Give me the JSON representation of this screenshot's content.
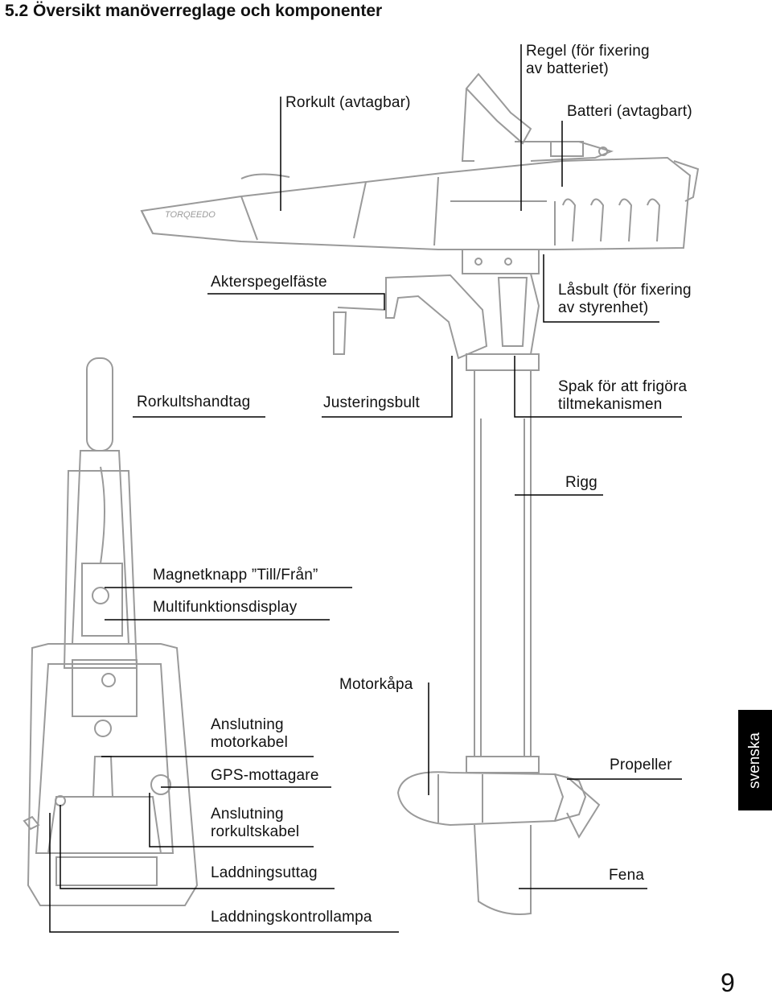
{
  "header": {
    "title": "5.2  Översikt manöverreglage och komponenter"
  },
  "labels": {
    "regel_line1": "Regel (för fixering",
    "regel_line2": "av batteriet)",
    "rorkult": "Rorkult (avtagbar)",
    "batteri": "Batteri (avtagbart)",
    "akterspegelfaste": "Akterspegelfäste",
    "lasbult_line1": "Låsbult (för fixering",
    "lasbult_line2": "av styrenhet)",
    "rorkultshandtag": "Rorkultshandtag",
    "justeringsbult": "Justeringsbult",
    "spak_line1": "Spak för att frigöra",
    "spak_line2": "tiltmekanismen",
    "rigg": "Rigg",
    "magnetknapp": "Magnetknapp ”Till/Från”",
    "multifunktionsdisplay": "Multifunktionsdisplay",
    "motorkapa": "Motorkåpa",
    "anslutning_motor_line1": "Anslutning",
    "anslutning_motor_line2": "motorkabel",
    "gps": "GPS-mottagare",
    "propeller": "Propeller",
    "anslutning_rorkult_line1": "Anslutning",
    "anslutning_rorkult_line2": "rorkultskabel",
    "laddningsuttag": "Laddningsuttag",
    "fena": "Fena",
    "laddningskontrollampa": "Laddningskontrollampa"
  },
  "side_tab": {
    "text": "svenska"
  },
  "page_number": "9",
  "illustration": {
    "brand_mark": "TORQEEDO"
  },
  "colors": {
    "line": "#000000",
    "drawing": "#9a9a9a",
    "tab_bg": "#000000",
    "tab_text": "#ffffff"
  }
}
